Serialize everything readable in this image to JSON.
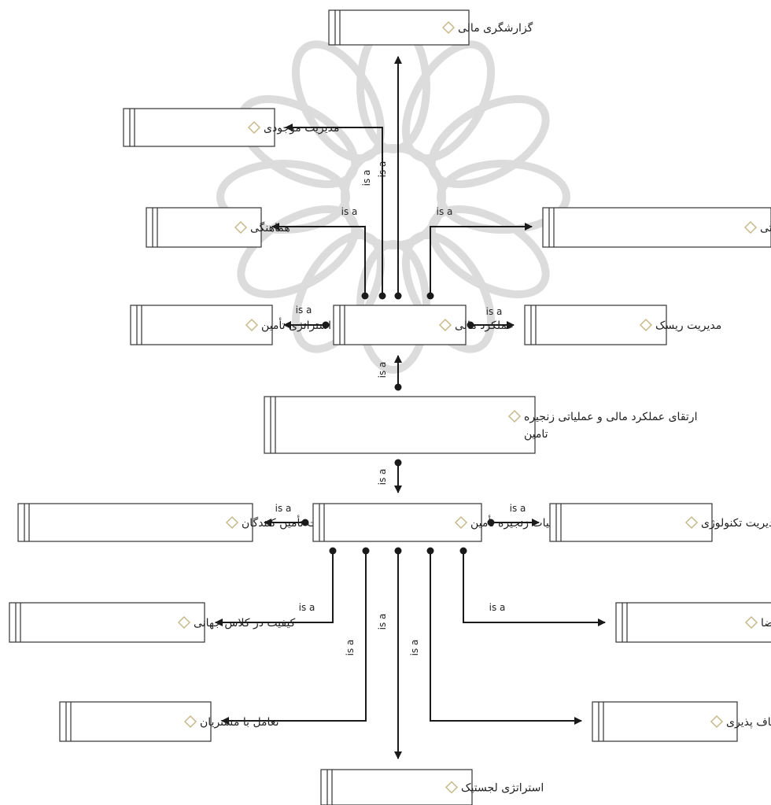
{
  "relation_label": "is a",
  "colors": {
    "box_border": "#333333",
    "diamond": "#c8b98a",
    "edge": "#1a1a1a",
    "watermark": "#dcdcdc"
  },
  "nodes": [
    {
      "id": "financial_reporting",
      "label": "گزارشگری مالی"
    },
    {
      "id": "inventory_management",
      "label": "مدیریت موجودی"
    },
    {
      "id": "coordination",
      "label": "هماهنگی"
    },
    {
      "id": "operational_financial_actions",
      "label": "اقدامات مالی در سطح عملیاتی"
    },
    {
      "id": "sourcing_strategy",
      "label": "استراتژی تأمین"
    },
    {
      "id": "financial_performance",
      "label": "عملکرد مالی"
    },
    {
      "id": "risk_management",
      "label": "مدیریت ریسک"
    },
    {
      "id": "root",
      "label_lines": [
        "ارتقای عملکرد مالی و عملیاتی زنجیره",
        "تامین"
      ]
    },
    {
      "id": "supplier_relationship_management",
      "label": "مدیریت ارتباطات تأمین کنندگان"
    },
    {
      "id": "supply_chain_operations",
      "label": "عملیات زنجیره تأمین"
    },
    {
      "id": "technology_management",
      "label": "مدیریت تکنولوژی"
    },
    {
      "id": "world_class_quality",
      "label": "کیفیت در کلاس جهانی"
    },
    {
      "id": "demand_planning",
      "label": "برنامه ریزی تقاضا"
    },
    {
      "id": "customer_interaction",
      "label": "تعامل با مشتریان"
    },
    {
      "id": "flexibility",
      "label": "انعطاف پذیری"
    },
    {
      "id": "logistics_strategy",
      "label": "استراتژی لجستیک"
    }
  ],
  "edges": [
    {
      "from": "financial_performance",
      "to": "financial_reporting"
    },
    {
      "from": "financial_performance",
      "to": "inventory_management"
    },
    {
      "from": "financial_performance",
      "to": "coordination"
    },
    {
      "from": "financial_performance",
      "to": "operational_financial_actions"
    },
    {
      "from": "financial_performance",
      "to": "sourcing_strategy"
    },
    {
      "from": "financial_performance",
      "to": "risk_management"
    },
    {
      "from": "root",
      "to": "financial_performance"
    },
    {
      "from": "root",
      "to": "supply_chain_operations"
    },
    {
      "from": "supply_chain_operations",
      "to": "supplier_relationship_management"
    },
    {
      "from": "supply_chain_operations",
      "to": "technology_management"
    },
    {
      "from": "supply_chain_operations",
      "to": "world_class_quality"
    },
    {
      "from": "supply_chain_operations",
      "to": "demand_planning"
    },
    {
      "from": "supply_chain_operations",
      "to": "customer_interaction"
    },
    {
      "from": "supply_chain_operations",
      "to": "flexibility"
    },
    {
      "from": "supply_chain_operations",
      "to": "logistics_strategy"
    }
  ]
}
